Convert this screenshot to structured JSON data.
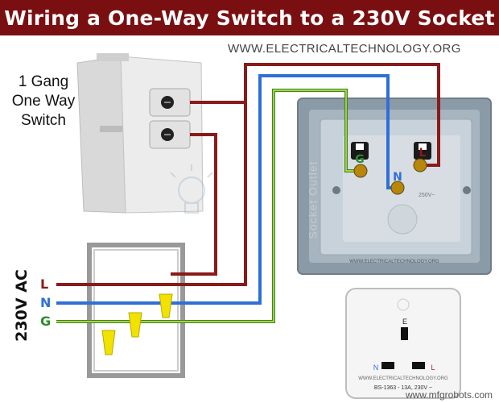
{
  "header": {
    "title": "Wiring a One-Way Switch to a 230V Socket",
    "website": "WWW.ELECTRICALTECHNOLOGY.ORG"
  },
  "switch": {
    "label_lines": [
      "1 Gang",
      "One Way",
      "Switch"
    ]
  },
  "supply": {
    "label": "230V AC",
    "wires": [
      {
        "letter": "L",
        "color": "#8b1a1a"
      },
      {
        "letter": "N",
        "color": "#2f6fd6"
      },
      {
        "letter": "G",
        "color": "#2e8b2e"
      }
    ]
  },
  "socket_outlet": {
    "caption": "Socket Outlet",
    "terminals": {
      "earth": "G",
      "neutral": "N",
      "live": "L"
    },
    "faceplate_text": "WWW.ELECTRICALTECHNOLOGY.ORG",
    "rating_text": "250V~"
  },
  "inset_socket": {
    "earth": "E",
    "neutral": "N",
    "live": "L",
    "website": "WWW.ELECTRICALTECHNOLOGY.ORG",
    "rating": "BS-1363 - 13A, 230V ~"
  },
  "colors": {
    "banner": "#7a0f12",
    "live": "#8b1a1a",
    "neutral": "#2f6fd6",
    "earth_green": "#2e8b2e",
    "earth_yellow": "#e8e23a",
    "connector": "#f2e200"
  },
  "watermark": "www.mfgrobots.com"
}
